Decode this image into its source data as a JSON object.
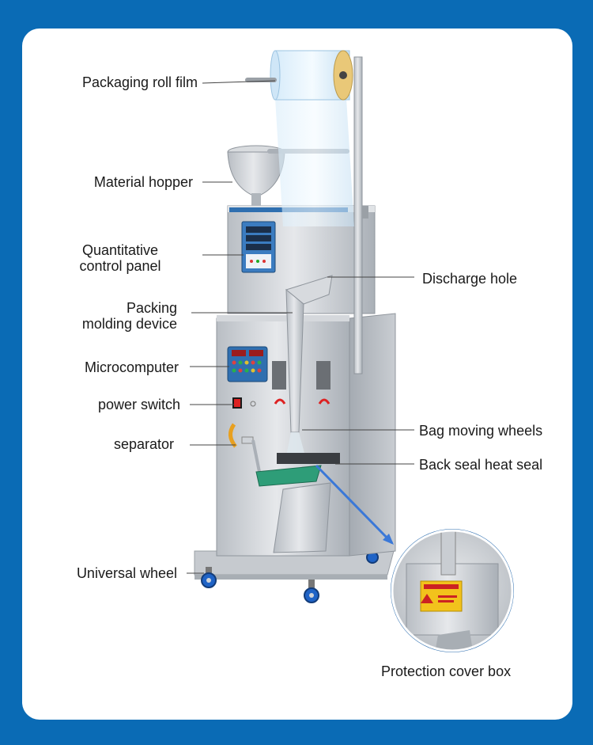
{
  "labels": {
    "packaging_roll_film": "Packaging roll film",
    "material_hopper": "Material hopper",
    "control_panel_line1": "Quantitative",
    "control_panel_line2": "control panel",
    "packing_line1": "Packing",
    "packing_line2": "molding device",
    "microcomputer": "Microcomputer",
    "power_switch": "power switch",
    "separator": "separator",
    "universal_wheel": "Universal wheel",
    "discharge_hole": "Discharge hole",
    "bag_moving_wheels": "Bag moving wheels",
    "back_seal_heat_seal": "Back seal heat seal",
    "protection_cover_box": "Protection cover box"
  },
  "colors": {
    "frame_blue": "#0a6bb5",
    "arrow_blue": "#3a78d8",
    "steel": "#c9cdd2",
    "steel_dark": "#9ea4ab",
    "leader_line": "#444444",
    "wheel_blue": "#1f63c6"
  }
}
